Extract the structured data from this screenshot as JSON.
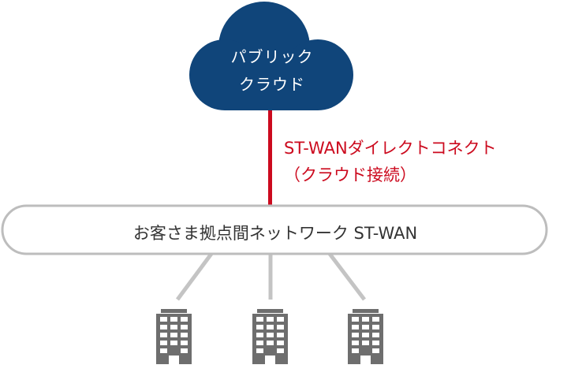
{
  "cloud": {
    "line1": "パブリック",
    "line2": "クラウド"
  },
  "connection": {
    "line1": "ST-WANダイレクトコネクト",
    "line2": "（クラウド接続）"
  },
  "network": {
    "label": "お客さま拠点間ネットワーク ST-WAN"
  },
  "colors": {
    "cloud": "#10457a",
    "link": "#cc0a1e",
    "network_border": "#bdbdbd",
    "branch_line": "#c4c4c4",
    "building": "#6e6e6e"
  },
  "icons": [
    "cloud-icon",
    "building-icon"
  ]
}
